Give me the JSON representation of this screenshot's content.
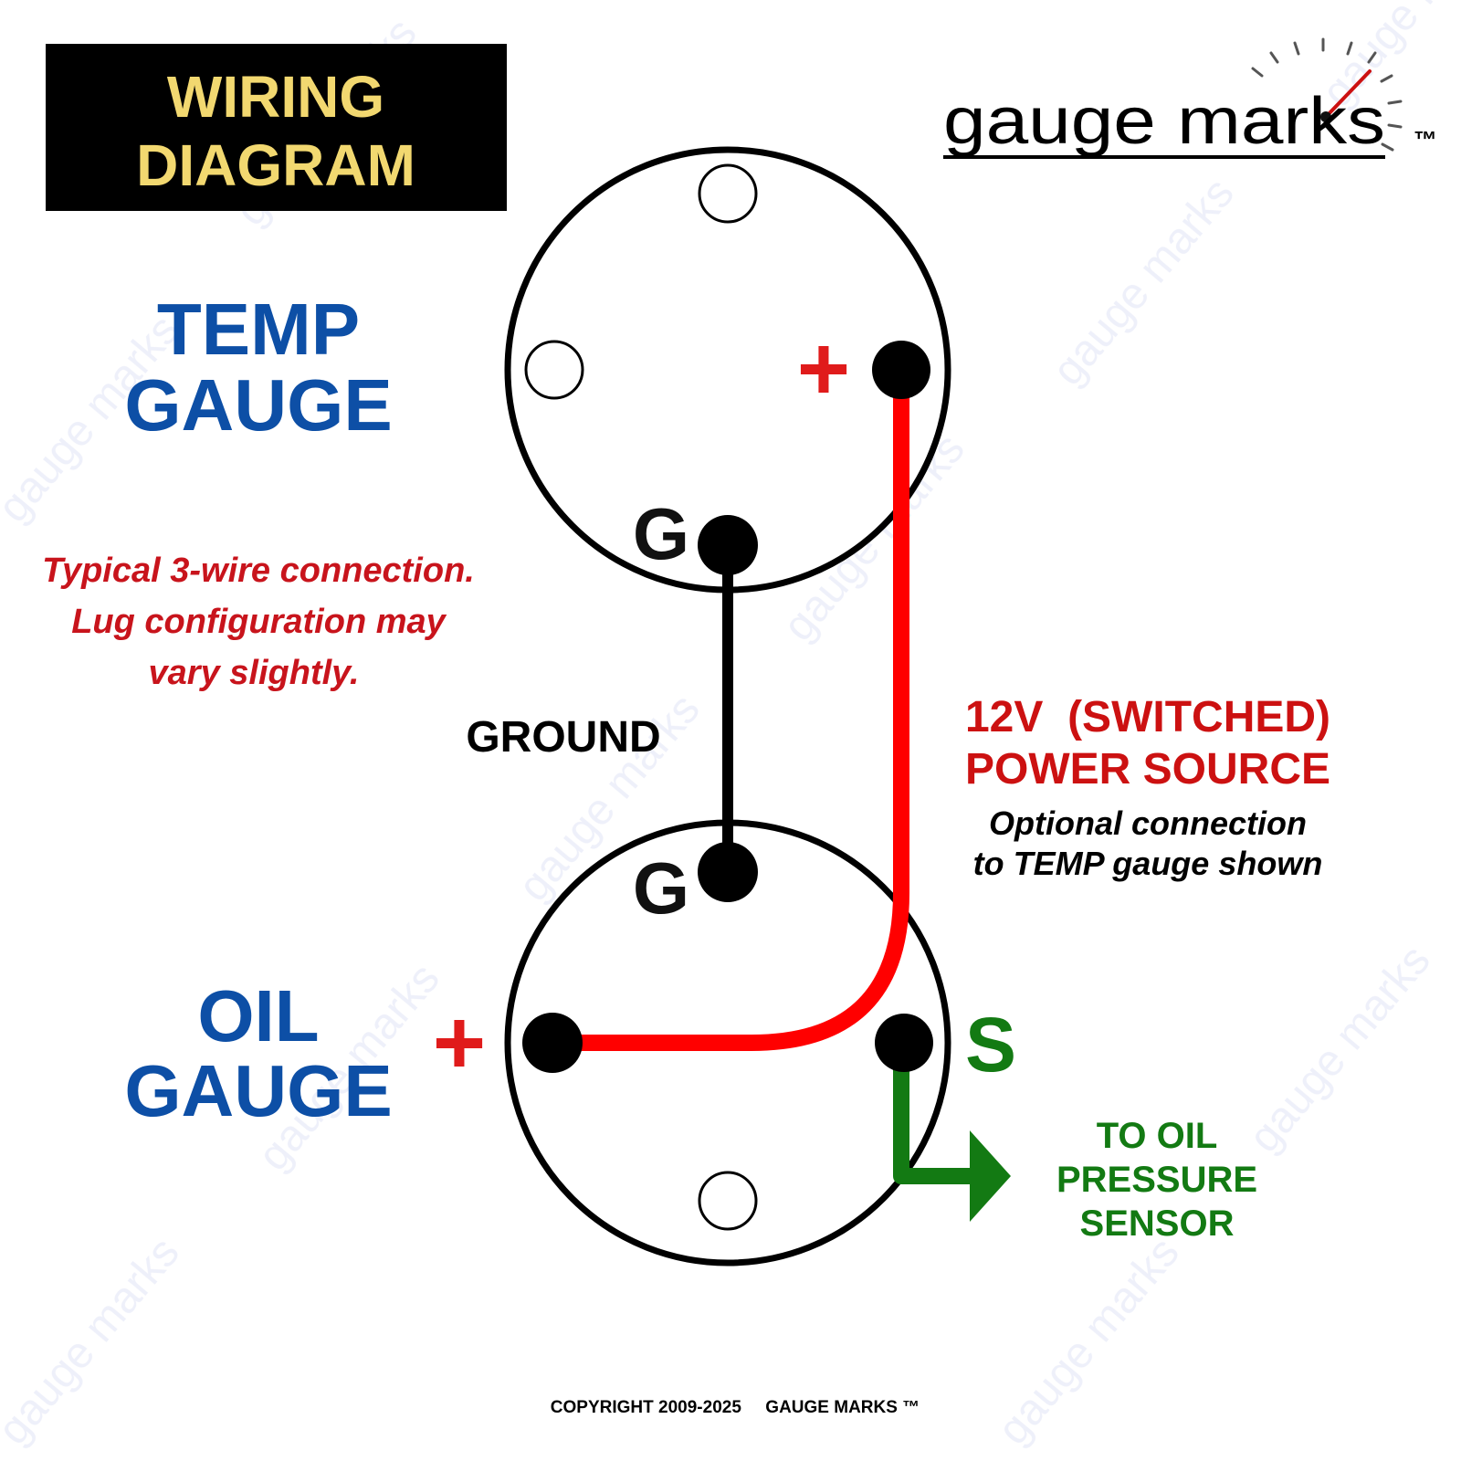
{
  "title": {
    "line1": "WIRING",
    "line2": "DIAGRAM"
  },
  "logo": {
    "text": "gauge marks",
    "trademark": "™",
    "icon": "gauge-needle-icon"
  },
  "temp_gauge": {
    "label_line1": "TEMP",
    "label_line2": "GAUGE",
    "plus_label": "+",
    "ground_label": "G"
  },
  "oil_gauge": {
    "label_line1": "OIL",
    "label_line2": "GAUGE",
    "plus_label": "+",
    "ground_label": "G",
    "sender_label": "S"
  },
  "note": {
    "line1": "Typical 3-wire connection.",
    "line2": "Lug configuration may",
    "line3": "vary slightly."
  },
  "ground_wire_label": "GROUND",
  "power": {
    "line1": "12V  (SWITCHED)",
    "line2": "POWER SOURCE",
    "note_line1": "Optional connection",
    "note_line2": "to TEMP gauge shown"
  },
  "sensor": {
    "line1": "TO OIL",
    "line2": "PRESSURE",
    "line3": "SENSOR"
  },
  "copyright": "COPYRIGHT 2009-2025     GAUGE MARKS ™",
  "watermark_text": "gauge marks",
  "colors": {
    "title_bg": "#000000",
    "title_text": "#f2d870",
    "gauge_label": "#0d4fa6",
    "power_wire": "#ff0000",
    "power_text": "#cc1111",
    "note_text": "#c8141c",
    "sensor_wire": "#137a13",
    "ground_wire": "#000000",
    "logo_needle": "#cc1111"
  }
}
